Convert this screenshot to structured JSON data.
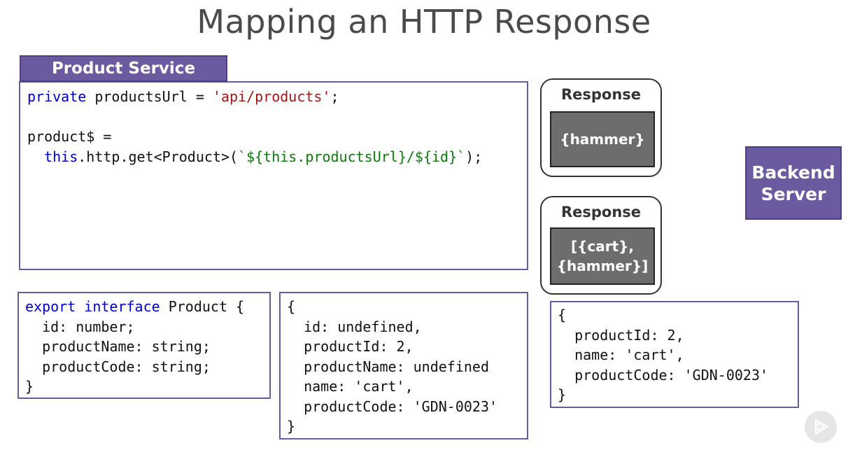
{
  "title": "Mapping an HTTP Response",
  "service_tab": "Product Service",
  "service_code": {
    "line1": {
      "kw": "private",
      "mid": " productsUrl = ",
      "str": "'api/products'",
      "end": ";"
    },
    "line2": "product$ =",
    "line3": {
      "indent": "  ",
      "kw": "this",
      "mid": ".http.get<Product>(",
      "tpl": "`${this.productsUrl}/${id}`",
      "end": ");"
    }
  },
  "interface_code": {
    "line1": {
      "kw1": "export",
      "kw2": "interface",
      "rest": " Product {"
    },
    "lines": [
      "  id: number;",
      "  productName: string;",
      "  productCode: string;",
      "}"
    ]
  },
  "mapped_object": [
    "{",
    "  id: undefined,",
    "  productId: 2,",
    "  productName: undefined",
    "  name: 'cart',",
    "  productCode: 'GDN-0023'",
    "}"
  ],
  "raw_object": [
    "{",
    "  productId: 2,",
    "  name: 'cart',",
    "  productCode: 'GDN-0023'",
    "}"
  ],
  "responses": [
    {
      "label": "Response",
      "body_lines": [
        "{hammer}"
      ]
    },
    {
      "label": "Response",
      "body_lines": [
        "[{cart},",
        "{hammer}]"
      ]
    }
  ],
  "backend": {
    "line1": "Backend",
    "line2": "Server"
  },
  "colors": {
    "accent": "#6b5aa0",
    "keyword": "#0000cc",
    "string": "#a31515",
    "template": "#0a7a0a",
    "response_fill": "#6d6d6d"
  },
  "icons": {
    "play": "play-icon"
  }
}
